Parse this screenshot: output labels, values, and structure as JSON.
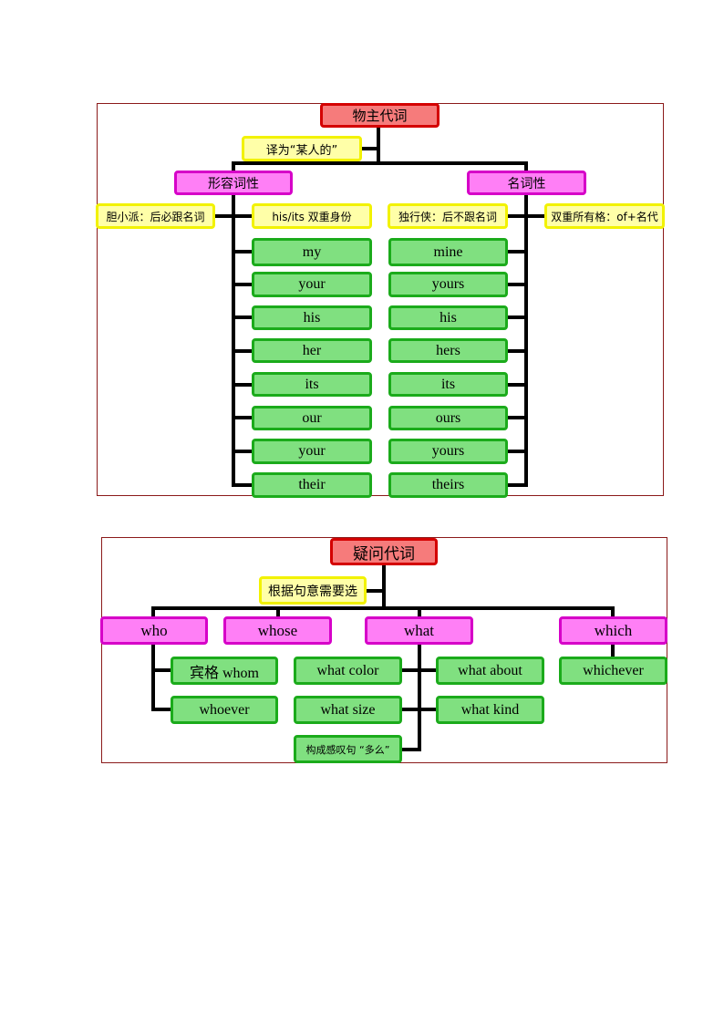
{
  "possessive": {
    "root": "物主代词",
    "note": "译为“某人的”",
    "adjective": {
      "label": "形容词性",
      "note_left": "胆小派：后必跟名词",
      "note_right": "his/its 双重身份",
      "items": [
        "my",
        "your",
        "his",
        "her",
        "its",
        "our",
        "your",
        "their"
      ]
    },
    "noun": {
      "label": "名词性",
      "note_left": "独行侠：后不跟名词",
      "note_right": "双重所有格：of+名代",
      "items": [
        "mine",
        "yours",
        "his",
        "hers",
        "its",
        "ours",
        "yours",
        "theirs"
      ]
    }
  },
  "interrogative": {
    "root": "疑问代词",
    "note": "根据句意需要选",
    "who": {
      "label": "who",
      "items": [
        "宾格 whom",
        "whoever"
      ]
    },
    "whose": {
      "label": "whose"
    },
    "what": {
      "label": "what",
      "items_left": [
        "what color",
        "what size"
      ],
      "items_right": [
        "what about",
        "what kind"
      ],
      "exclaim": "构成感叹句 “多么”"
    },
    "which": {
      "label": "which",
      "items": [
        "whichever"
      ]
    }
  },
  "colors": {
    "root_fill": "#f67b7b",
    "root_border": "#d40000",
    "category_fill": "#ff7ff6",
    "category_border": "#d600c8",
    "note_fill": "#ffffa8",
    "note_border": "#f2f200",
    "item_fill": "#80e080",
    "item_border": "#1bab1b",
    "frame": "#8b1a1a"
  }
}
